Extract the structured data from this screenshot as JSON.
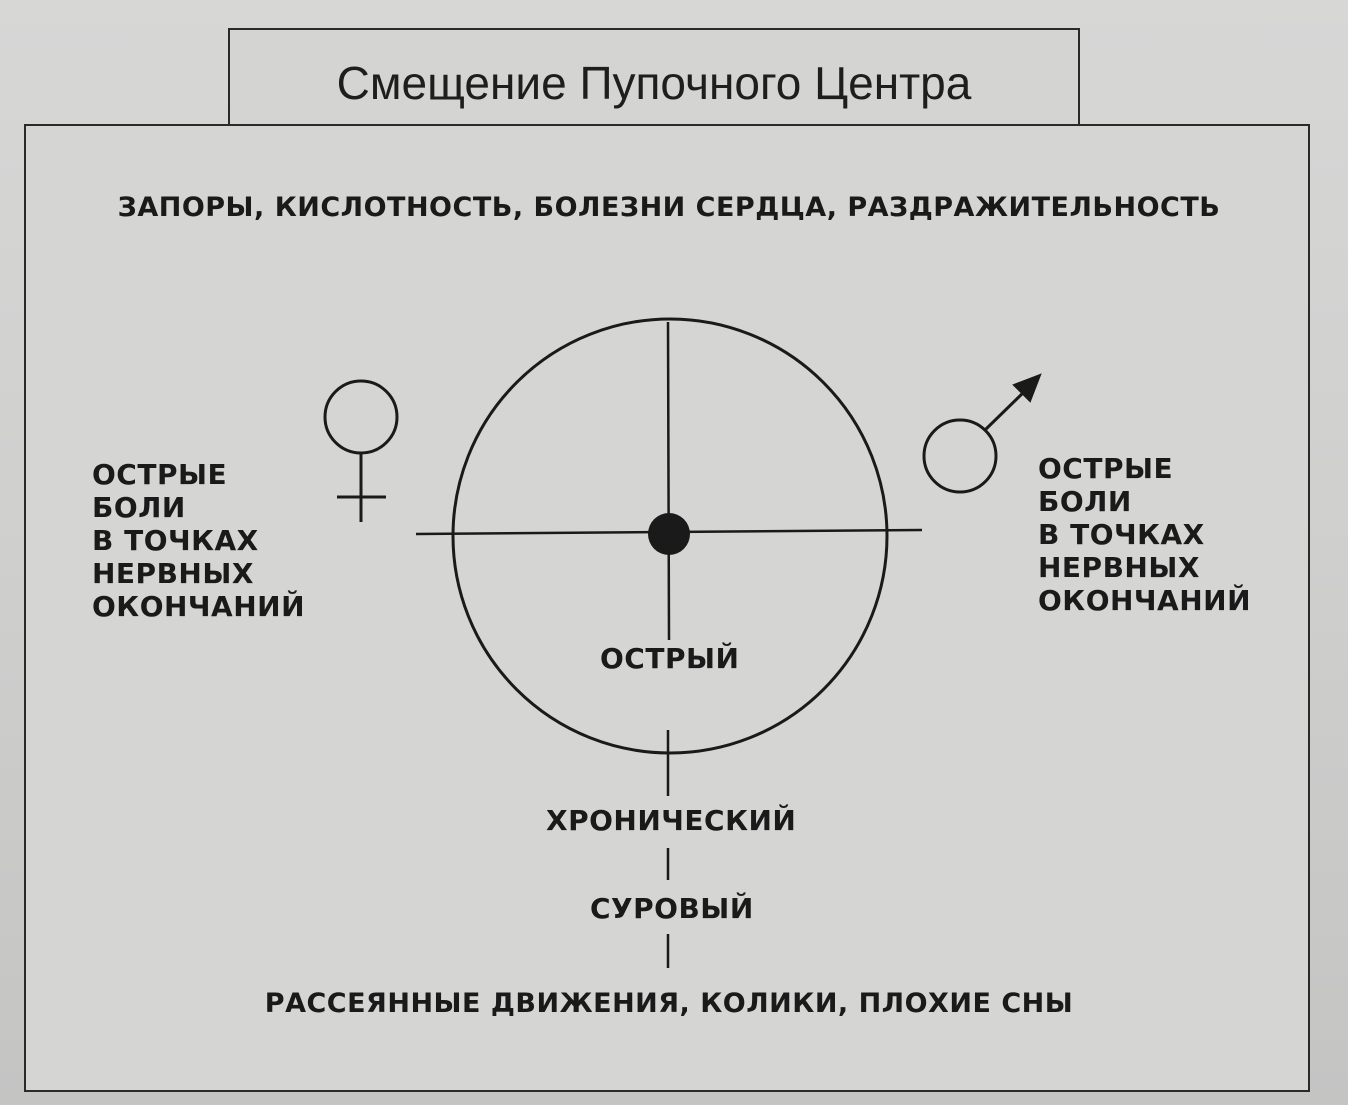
{
  "title": "Смещение Пупочного Центра",
  "labels": {
    "top": "ЗАПОРЫ, КИСЛОТНОСТЬ, БОЛЕЗНИ СЕРДЦА, РАЗДРАЖИТЕЛЬНОСТЬ",
    "left": "ОСТРЫЕ\nБОЛИ\nВ ТОЧКАХ\nНЕРВНЫХ\nОКОНЧАНИЙ",
    "right": "ОСТРЫЕ\nБОЛИ\nВ ТОЧКАХ\nНЕРВНЫХ\nОКОНЧАНИЙ",
    "acute": "ОСТРЫЙ",
    "chronic": "ХРОНИЧЕСКИЙ",
    "severe": "СУРОВЫЙ",
    "bottom": "РАССЕЯННЫЕ ДВИЖЕНИЯ, КОЛИКИ, ПЛОХИЕ СНЫ"
  },
  "symbols": {
    "left": "venus-icon",
    "right": "mars-icon"
  },
  "colors": {
    "ink": "#1a1a1a",
    "paper": "#d5d5d4"
  }
}
